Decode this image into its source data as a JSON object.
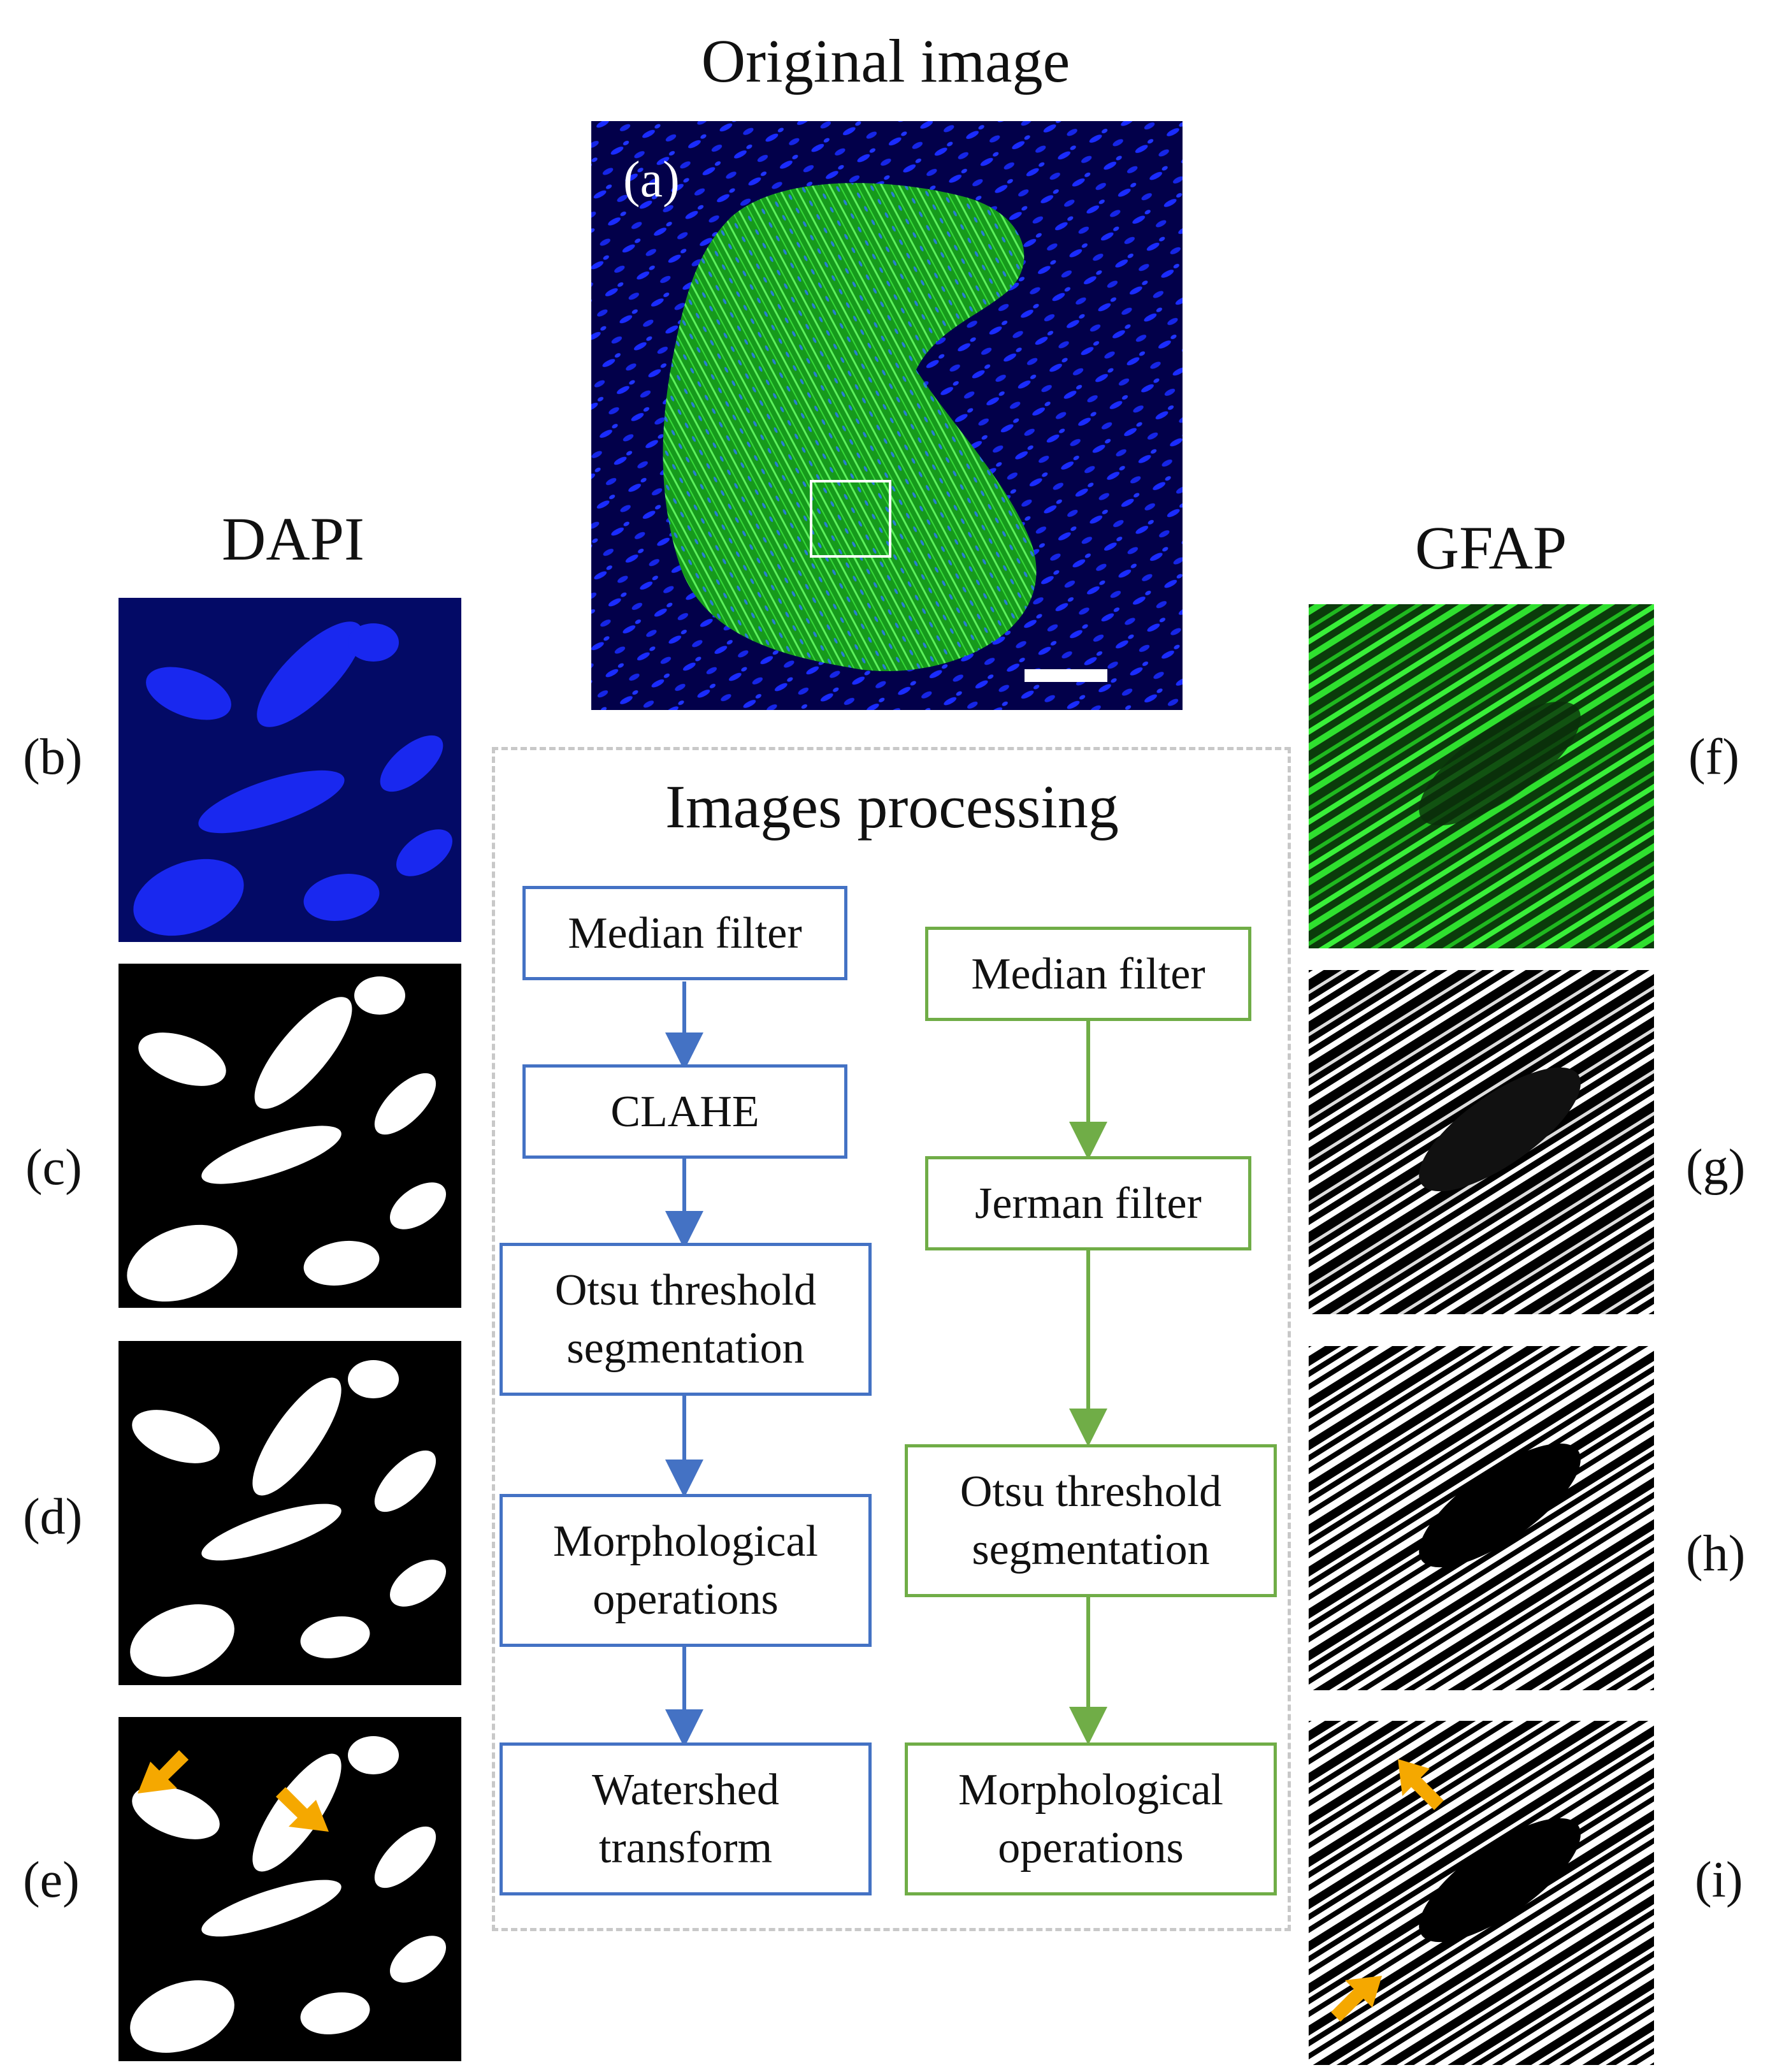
{
  "titles": {
    "original": "Original image",
    "dapi": "DAPI",
    "gfap": "GFAP",
    "processing": "Images processing"
  },
  "panel_labels": {
    "a": "(a)",
    "b": "(b)",
    "c": "(c)",
    "d": "(d)",
    "e": "(e)",
    "f": "(f)",
    "g": "(g)",
    "h": "(h)",
    "i": "(i)"
  },
  "pipeline_dapi": [
    {
      "label": "Median filter"
    },
    {
      "label": "CLAHE"
    },
    {
      "label": "Otsu  threshold segmentation"
    },
    {
      "label": "Morphological operations"
    },
    {
      "label": "Watershed transform"
    }
  ],
  "pipeline_gfap": [
    {
      "label": "Median filter"
    },
    {
      "label": "Jerman filter"
    },
    {
      "label": "Otsu  threshold segmentation"
    },
    {
      "label": "Morphological operations"
    }
  ],
  "colors": {
    "dapi_flow": "#4472C4",
    "gfap_flow": "#70AD47",
    "nuclei_blue": "#1a2cff",
    "gfap_green": "#2bd62b",
    "annotation_arrow": "#F5A800",
    "dashed_border": "#c8c8c8"
  },
  "icons": [
    "scale-bar",
    "roi-box",
    "annotation-arrow-icon"
  ]
}
